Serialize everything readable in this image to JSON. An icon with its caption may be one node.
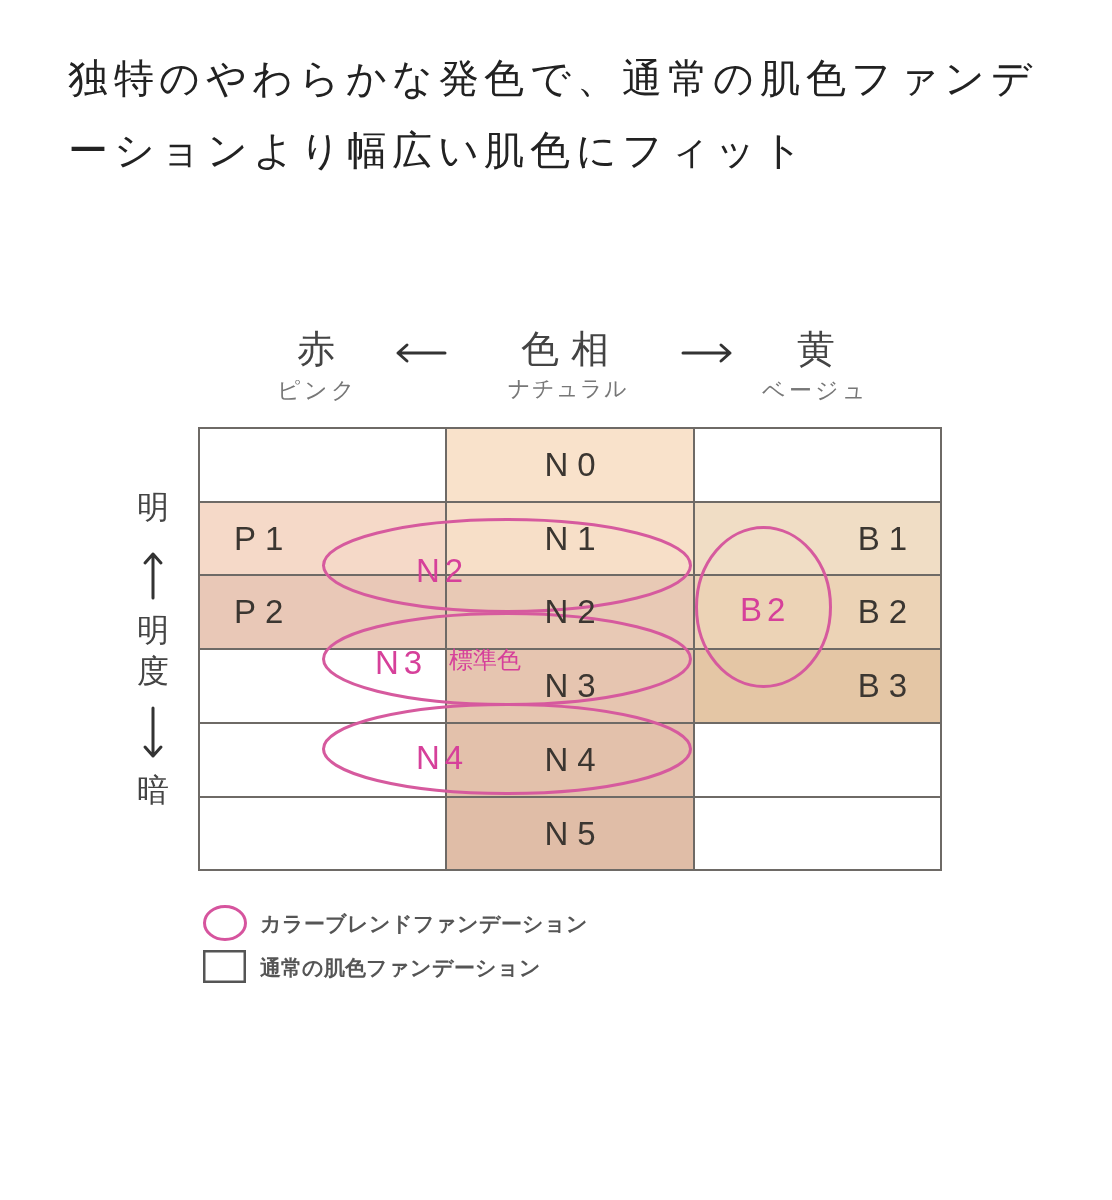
{
  "diagram": {
    "title": "独特のやわらかな発色で、通常の肌色ファンデーションより幅広い肌色にフィット",
    "nodes": [
      {
        "text": [
          "N2"
        ]
      },
      {
        "text": [
          "N3",
          "標準色"
        ]
      },
      {
        "text": [
          "N4"
        ]
      },
      {
        "text": [
          "B2"
        ]
      }
    ],
    "labels": [
      "赤",
      "ピンク",
      "色相",
      "ナチュラル",
      "黄",
      "ベージュ",
      "明",
      "明度",
      "暗",
      "N0",
      "P1",
      "N1",
      "B1",
      "P2",
      "N2",
      "B2",
      "N3",
      "B3",
      "N4",
      "N5"
    ],
    "legend": [
      {
        "text": "カラーブレンドファンデーション"
      },
      {
        "text": "通常の肌色ファンデーション"
      }
    ]
  }
}
